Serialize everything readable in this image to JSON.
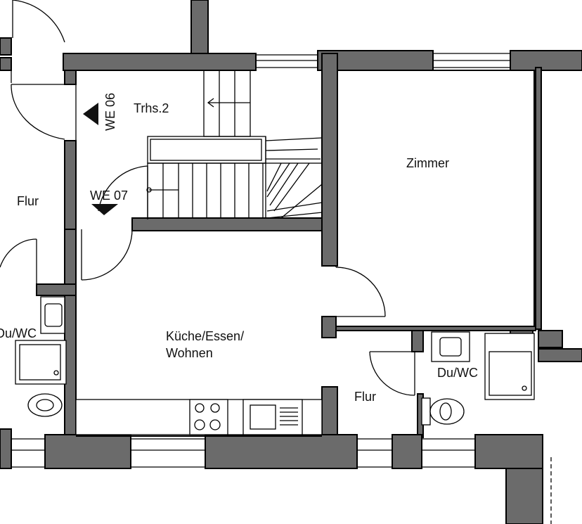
{
  "rooms": {
    "stair_hall": "Trhs.2",
    "room": "Zimmer",
    "living_line1": "Küche/Essen/",
    "living_line2": "Wohnen",
    "hall_left": "Flur",
    "hall_bottom": "Flur",
    "bath_right": "Du/WC",
    "bath_left": "Du/WC"
  },
  "units": {
    "we06": "WE 06",
    "we07": "WE 07"
  },
  "colors": {
    "wall_fill": "#6b6b6b",
    "line": "#000000",
    "background": "#ffffff"
  }
}
